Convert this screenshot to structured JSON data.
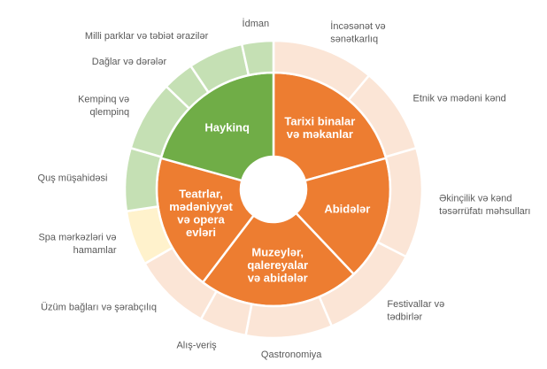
{
  "chart_data": {
    "type": "sunburst",
    "inner": [
      {
        "label": "Tarixi binalar\nvə məkanlar",
        "value": 12,
        "color": "#ED7D31"
      },
      {
        "label": "Abidələr",
        "value": 10,
        "color": "#ED7D31"
      },
      {
        "label": "Muzeylər,\nqalereyalar\nvə abidələr",
        "value": 13,
        "color": "#ED7D31"
      },
      {
        "label": "Teatrlar,\nmədəniyyət\nvə opera\nevləri",
        "value": 11,
        "color": "#ED7D31"
      },
      {
        "label": "Haykinq",
        "value": 12,
        "color": "#70AD47"
      }
    ],
    "outer": [
      {
        "label": "İncəsənət və\nsənətkarlıq",
        "value": 6.5,
        "color": "#FBE5D6"
      },
      {
        "label": "Etnik və mədəni kənd",
        "value": 5.5,
        "color": "#FBE5D6"
      },
      {
        "label": "Əkinçilik  və kənd\ntəsərrüfatı məhsulları",
        "value": 7,
        "color": "#FBE5D6"
      },
      {
        "label": "Festivallar və\ntədbirlər",
        "value": 6.5,
        "color": "#FBE5D6"
      },
      {
        "label": "Qastronomiya",
        "value": 5.5,
        "color": "#FBE5D6"
      },
      {
        "label": "Alış-veriş",
        "value": 3,
        "color": "#FBE5D6"
      },
      {
        "label": "Üzüm bağları və şərabçılıq",
        "value": 5,
        "color": "#FBE5D6"
      },
      {
        "label": "Spa mərkəzləri və\nhamamlar",
        "value": 3.5,
        "color": "#FFF2CC"
      },
      {
        "label": "Quş müşahidəsi",
        "value": 4,
        "color": "#C5E0B4"
      },
      {
        "label": "Kempinq  və\nqlempinq",
        "value": 4.5,
        "color": "#C5E0B4"
      },
      {
        "label": "Dağlar və dərələr",
        "value": 2,
        "color": "#C5E0B4"
      },
      {
        "label": "Milli parklar və təbiət ərazilər",
        "value": 3.5,
        "color": "#C5E0B4"
      },
      {
        "label": "İdman",
        "value": 2,
        "color": "#C5E0B4"
      }
    ],
    "palette": {
      "orange": "#ED7D31",
      "green": "#70AD47",
      "peach": "#FBE5D6",
      "light_green": "#C5E0B4",
      "light_yellow": "#FFF2CC"
    }
  }
}
